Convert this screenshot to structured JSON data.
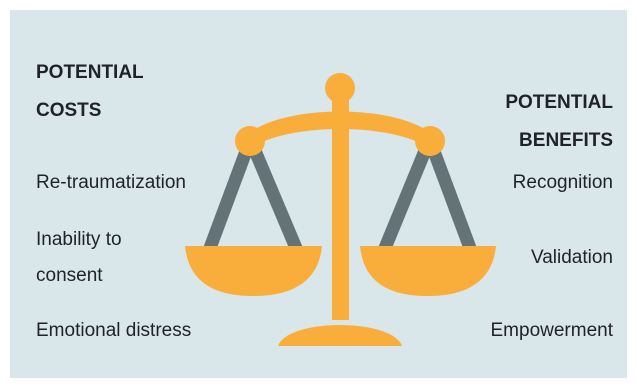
{
  "colors": {
    "background": "#d9e6ea",
    "scale_body": "#f9ae3b",
    "scale_chains": "#637378",
    "text": "#1f2328"
  },
  "left_column": {
    "heading": "POTENTIAL\nCOSTS",
    "items": [
      "Re-traumatization",
      "Inability to\nconsent",
      "Emotional distress"
    ]
  },
  "right_column": {
    "heading": "POTENTIAL\nBENEFITS",
    "items": [
      "Recognition",
      "Validation",
      "Empowerment"
    ]
  },
  "illustration": {
    "icon": "balance-scale-icon"
  }
}
